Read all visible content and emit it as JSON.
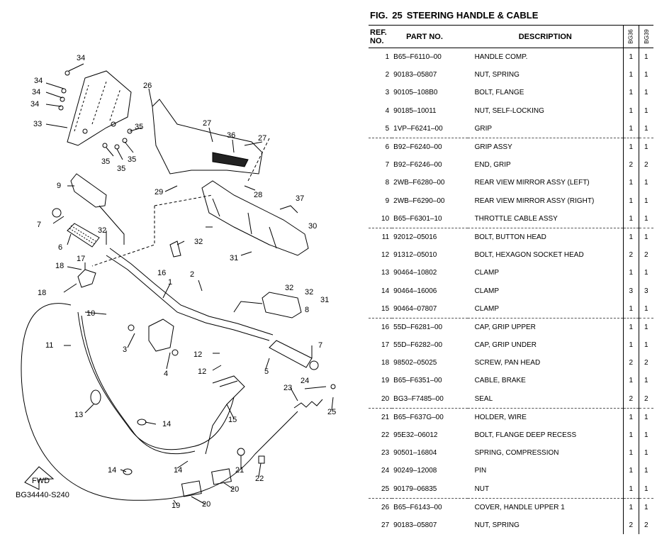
{
  "figure": {
    "fig_label": "FIG.",
    "fig_number": "25",
    "title": "STEERING HANDLE & CABLE"
  },
  "diagram": {
    "code": "BG34440-S240",
    "fwd_label": "FWD",
    "callouts": [
      "34",
      "34",
      "34",
      "34",
      "33",
      "35",
      "35",
      "35",
      "35",
      "26",
      "27",
      "36",
      "27",
      "9",
      "29",
      "28",
      "37",
      "7",
      "32",
      "6",
      "30",
      "17",
      "32",
      "31",
      "18",
      "16",
      "2",
      "32",
      "32",
      "31",
      "18",
      "1",
      "8",
      "10",
      "3",
      "11",
      "4",
      "12",
      "12",
      "7",
      "5",
      "24",
      "23",
      "13",
      "14",
      "25",
      "15",
      "14",
      "14",
      "21",
      "22",
      "20",
      "19",
      "20"
    ]
  },
  "table": {
    "headers": {
      "ref": "REF. NO.",
      "ref_line1": "REF.",
      "ref_line2": "NO.",
      "part_no": "PART NO.",
      "description": "DESCRIPTION",
      "model1": "BG36",
      "model2": "BG39"
    },
    "rows": [
      {
        "ref": "1",
        "part_no": "B65–F6110–00",
        "desc": "HANDLE COMP.",
        "q1": "1",
        "q2": "1"
      },
      {
        "ref": "2",
        "part_no": "90183–05807",
        "desc": "NUT, SPRING",
        "q1": "1",
        "q2": "1"
      },
      {
        "ref": "3",
        "part_no": "90105–108B0",
        "desc": "BOLT, FLANGE",
        "q1": "1",
        "q2": "1"
      },
      {
        "ref": "4",
        "part_no": "90185–10011",
        "desc": "NUT, SELF-LOCKING",
        "q1": "1",
        "q2": "1"
      },
      {
        "ref": "5",
        "part_no": "1VP–F6241–00",
        "desc": "GRIP",
        "q1": "1",
        "q2": "1"
      },
      {
        "ref": "6",
        "part_no": "B92–F6240–00",
        "desc": "GRIP ASSY",
        "q1": "1",
        "q2": "1",
        "group": true
      },
      {
        "ref": "7",
        "part_no": "B92–F6246–00",
        "desc": "END, GRIP",
        "q1": "2",
        "q2": "2"
      },
      {
        "ref": "8",
        "part_no": "2WB–F6280–00",
        "desc": "REAR VIEW MIRROR ASSY (LEFT)",
        "q1": "1",
        "q2": "1"
      },
      {
        "ref": "9",
        "part_no": "2WB–F6290–00",
        "desc": "REAR VIEW MIRROR ASSY (RIGHT)",
        "q1": "1",
        "q2": "1"
      },
      {
        "ref": "10",
        "part_no": "B65–F6301–10",
        "desc": "THROTTLE CABLE ASSY",
        "q1": "1",
        "q2": "1"
      },
      {
        "ref": "11",
        "part_no": "92012–05016",
        "desc": "BOLT, BUTTON HEAD",
        "q1": "1",
        "q2": "1",
        "group": true
      },
      {
        "ref": "12",
        "part_no": "91312–05010",
        "desc": "BOLT, HEXAGON SOCKET HEAD",
        "q1": "2",
        "q2": "2"
      },
      {
        "ref": "13",
        "part_no": "90464–10802",
        "desc": "CLAMP",
        "q1": "1",
        "q2": "1"
      },
      {
        "ref": "14",
        "part_no": "90464–16006",
        "desc": "CLAMP",
        "q1": "3",
        "q2": "3"
      },
      {
        "ref": "15",
        "part_no": "90464–07807",
        "desc": "CLAMP",
        "q1": "1",
        "q2": "1"
      },
      {
        "ref": "16",
        "part_no": "55D–F6281–00",
        "desc": "CAP, GRIP UPPER",
        "q1": "1",
        "q2": "1",
        "group": true
      },
      {
        "ref": "17",
        "part_no": "55D–F6282–00",
        "desc": "CAP, GRIP UNDER",
        "q1": "1",
        "q2": "1"
      },
      {
        "ref": "18",
        "part_no": "98502–05025",
        "desc": "SCREW, PAN HEAD",
        "q1": "2",
        "q2": "2"
      },
      {
        "ref": "19",
        "part_no": "B65–F6351–00",
        "desc": "CABLE, BRAKE",
        "q1": "1",
        "q2": "1"
      },
      {
        "ref": "20",
        "part_no": "BG3–F7485–00",
        "desc": "SEAL",
        "q1": "2",
        "q2": "2"
      },
      {
        "ref": "21",
        "part_no": "B65–F637G–00",
        "desc": "HOLDER, WIRE",
        "q1": "1",
        "q2": "1",
        "group": true
      },
      {
        "ref": "22",
        "part_no": "95E32–06012",
        "desc": "BOLT, FLANGE DEEP RECESS",
        "q1": "1",
        "q2": "1"
      },
      {
        "ref": "23",
        "part_no": "90501–16804",
        "desc": "SPRING, COMPRESSION",
        "q1": "1",
        "q2": "1"
      },
      {
        "ref": "24",
        "part_no": "90249–12008",
        "desc": "PIN",
        "q1": "1",
        "q2": "1"
      },
      {
        "ref": "25",
        "part_no": "90179–06835",
        "desc": "NUT",
        "q1": "1",
        "q2": "1"
      },
      {
        "ref": "26",
        "part_no": "B65–F6143–00",
        "desc": "COVER, HANDLE UPPER 1",
        "q1": "1",
        "q2": "1",
        "group": true
      },
      {
        "ref": "27",
        "part_no": "90183–05807",
        "desc": "NUT, SPRING",
        "q1": "2",
        "q2": "2"
      }
    ]
  }
}
